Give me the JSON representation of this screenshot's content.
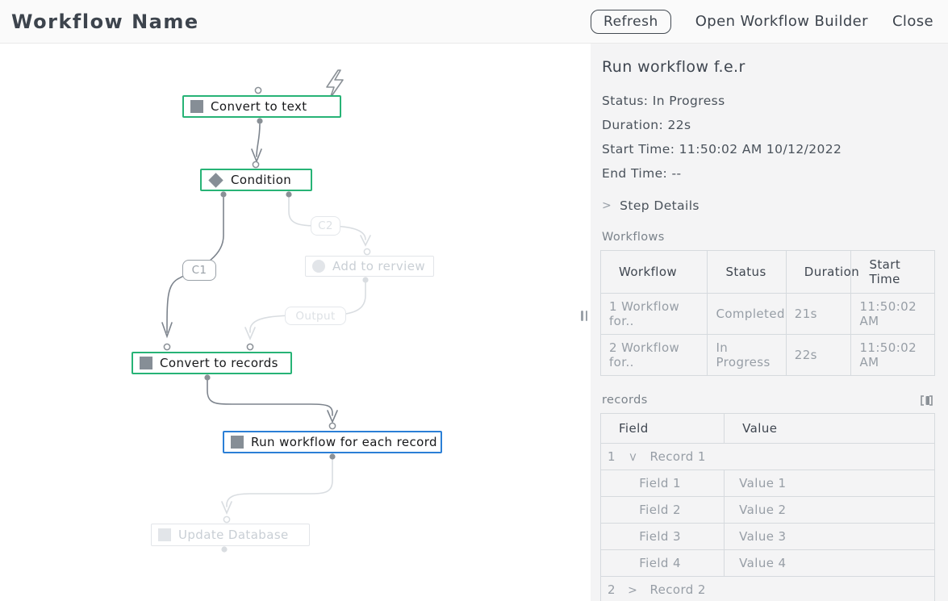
{
  "header": {
    "title": "Workflow Name",
    "refresh_label": "Refresh",
    "open_builder_label": "Open Workflow Builder",
    "close_label": "Close"
  },
  "canvas": {
    "nodes": [
      {
        "label": "Convert to text",
        "state": "active",
        "accent": "#27b376",
        "icon": "square"
      },
      {
        "label": "Condition",
        "state": "active",
        "accent": "#27b376",
        "icon": "diamond"
      },
      {
        "label": "Add to rerview",
        "state": "inactive",
        "icon": "circle"
      },
      {
        "label": "Convert to records",
        "state": "active",
        "accent": "#27b376",
        "icon": "square"
      },
      {
        "label": "Run workflow for each record",
        "state": "selected",
        "accent": "#2b7fd6",
        "icon": "square"
      },
      {
        "label": "Update Database",
        "state": "inactive",
        "icon": "square"
      }
    ],
    "edge_labels": {
      "c1": "C1",
      "c2": "C2",
      "output": "Output"
    },
    "icon_color_active": "#868e96",
    "icon_color_inactive": "#e2e5e9"
  },
  "panel": {
    "title": "Run workflow f.e.r",
    "details": [
      "Status: In Progress",
      "Duration: 22s",
      "Start Time: 11:50:02 AM  10/12/2022",
      "End Time: --"
    ],
    "step_details_label": "Step Details",
    "workflows": {
      "section_label": "Workflows",
      "columns": [
        "Workflow",
        "Status",
        "Duration",
        "Start Time"
      ],
      "rows": [
        {
          "workflow": "1 Workflow for..",
          "status": "Completed",
          "duration": "21s",
          "start_time": "11:50:02 AM"
        },
        {
          "workflow": "2 Workflow for..",
          "status": "In Progress",
          "duration": "22s",
          "start_time": "11:50:02 AM"
        }
      ]
    },
    "records": {
      "section_label": "records",
      "columns": [
        "Field",
        "Value"
      ],
      "rows": [
        {
          "index": "1",
          "name": "Record 1",
          "expanded": true,
          "fields": [
            {
              "field": "Field 1",
              "value": "Value 1"
            },
            {
              "field": "Field 2",
              "value": "Value 2"
            },
            {
              "field": "Field 3",
              "value": "Value 3"
            },
            {
              "field": "Field 4",
              "value": "Value 4"
            }
          ]
        },
        {
          "index": "2",
          "name": "Record 2",
          "expanded": false
        }
      ]
    }
  },
  "icons": {
    "chevron": ">"
  }
}
